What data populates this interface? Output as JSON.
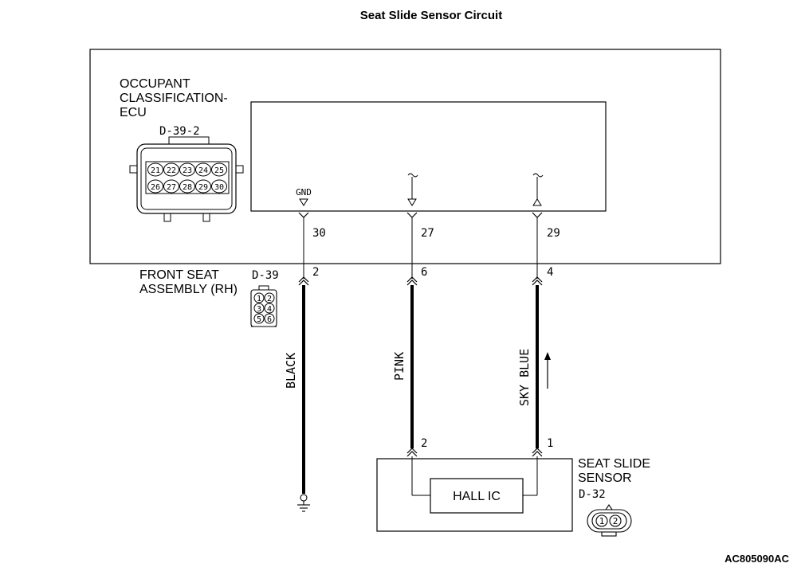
{
  "title": "Seat Slide Sensor Circuit",
  "ecu": {
    "name_lines": [
      "OCCUPANT",
      "CLASSIFICATION-",
      "ECU"
    ],
    "connector": "D-39-2",
    "cavities_top": [
      "21",
      "22",
      "23",
      "24",
      "25"
    ],
    "cavities_bottom": [
      "26",
      "27",
      "28",
      "29",
      "30"
    ],
    "gnd_label": "GND",
    "terminals": [
      "30",
      "27",
      "29"
    ]
  },
  "seat_assembly": {
    "name_lines": [
      "FRONT SEAT",
      "ASSEMBLY (RH)"
    ],
    "connector": "D-39",
    "cavities": [
      "1",
      "2",
      "3",
      "4",
      "5",
      "6"
    ],
    "terminals": [
      "2",
      "6",
      "4"
    ]
  },
  "wires": [
    "BLACK",
    "PINK",
    "SKY BLUE"
  ],
  "sensor": {
    "name_lines": [
      "SEAT SLIDE",
      "SENSOR"
    ],
    "connector": "D-32",
    "ic_label": "HALL IC",
    "terminals": [
      "2",
      "1"
    ],
    "cavities": [
      "1",
      "2"
    ]
  },
  "figure_code": "AC805090AC"
}
